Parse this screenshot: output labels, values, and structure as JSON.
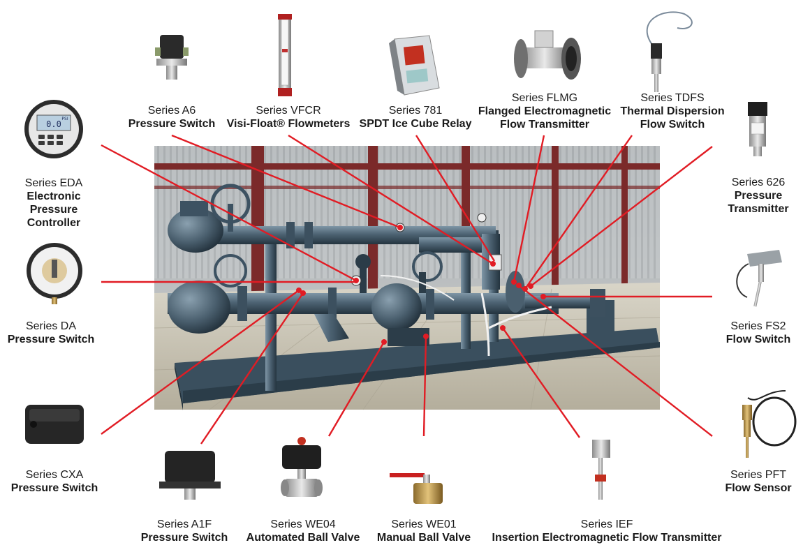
{
  "colors": {
    "leader": "#e11c24",
    "pipe": "#4a5f6f",
    "pipe_dark": "#2f4150",
    "skid": "#3f5564",
    "girder": "#7b2a2a",
    "wall": "#c9cdcf",
    "floor": "#c4bfae"
  },
  "products": [
    {
      "id": "a6",
      "series": "Series A6",
      "name": [
        "Pressure Switch"
      ],
      "icon": "pressure-switch-icon"
    },
    {
      "id": "vfcr",
      "series": "Series VFCR",
      "name": [
        "Visi-Float® Flowmeters"
      ],
      "icon": "flowmeter-icon"
    },
    {
      "id": "s781",
      "series": "Series 781",
      "name": [
        "SPDT Ice Cube Relay"
      ],
      "icon": "relay-icon"
    },
    {
      "id": "flmg",
      "series": "Series FLMG",
      "name": [
        "Flanged Electromagnetic",
        "Flow Transmitter"
      ],
      "icon": "flanged-flowmeter-icon"
    },
    {
      "id": "tdfs",
      "series": "Series TDFS",
      "name": [
        "Thermal Dispersion",
        "Flow Switch"
      ],
      "icon": "thermal-switch-icon"
    },
    {
      "id": "s626",
      "series": "Series 626",
      "name": [
        "Pressure",
        "Transmitter"
      ],
      "icon": "pressure-transmitter-icon"
    },
    {
      "id": "eda",
      "series": "Series EDA",
      "name": [
        "Electronic",
        "Pressure",
        "Controller"
      ],
      "icon": "digital-gauge-icon",
      "display": "0.0",
      "unit": "PSI"
    },
    {
      "id": "da",
      "series": "Series DA",
      "name": [
        "Pressure Switch"
      ],
      "icon": "dial-switch-icon"
    },
    {
      "id": "fs2",
      "series": "Series FS2",
      "name": [
        "Flow Switch"
      ],
      "icon": "paddle-switch-icon"
    },
    {
      "id": "cxa",
      "series": "Series CXA",
      "name": [
        "Pressure Switch"
      ],
      "icon": "enclosure-switch-icon"
    },
    {
      "id": "pft",
      "series": "Series PFT",
      "name": [
        "Flow Sensor"
      ],
      "icon": "flow-sensor-icon"
    },
    {
      "id": "a1f",
      "series": "Series A1F",
      "name": [
        "Pressure Switch"
      ],
      "icon": "weatherproof-switch-icon"
    },
    {
      "id": "we04",
      "series": "Series WE04",
      "name": [
        "Automated Ball Valve"
      ],
      "icon": "actuated-valve-icon"
    },
    {
      "id": "we01",
      "series": "Series WE01",
      "name": [
        "Manual Ball Valve"
      ],
      "icon": "ball-valve-icon"
    },
    {
      "id": "ief",
      "series": "Series IEF",
      "name": [
        "Insertion Electromagnetic Flow Transmitter"
      ],
      "icon": "insertion-flowmeter-icon"
    }
  ]
}
